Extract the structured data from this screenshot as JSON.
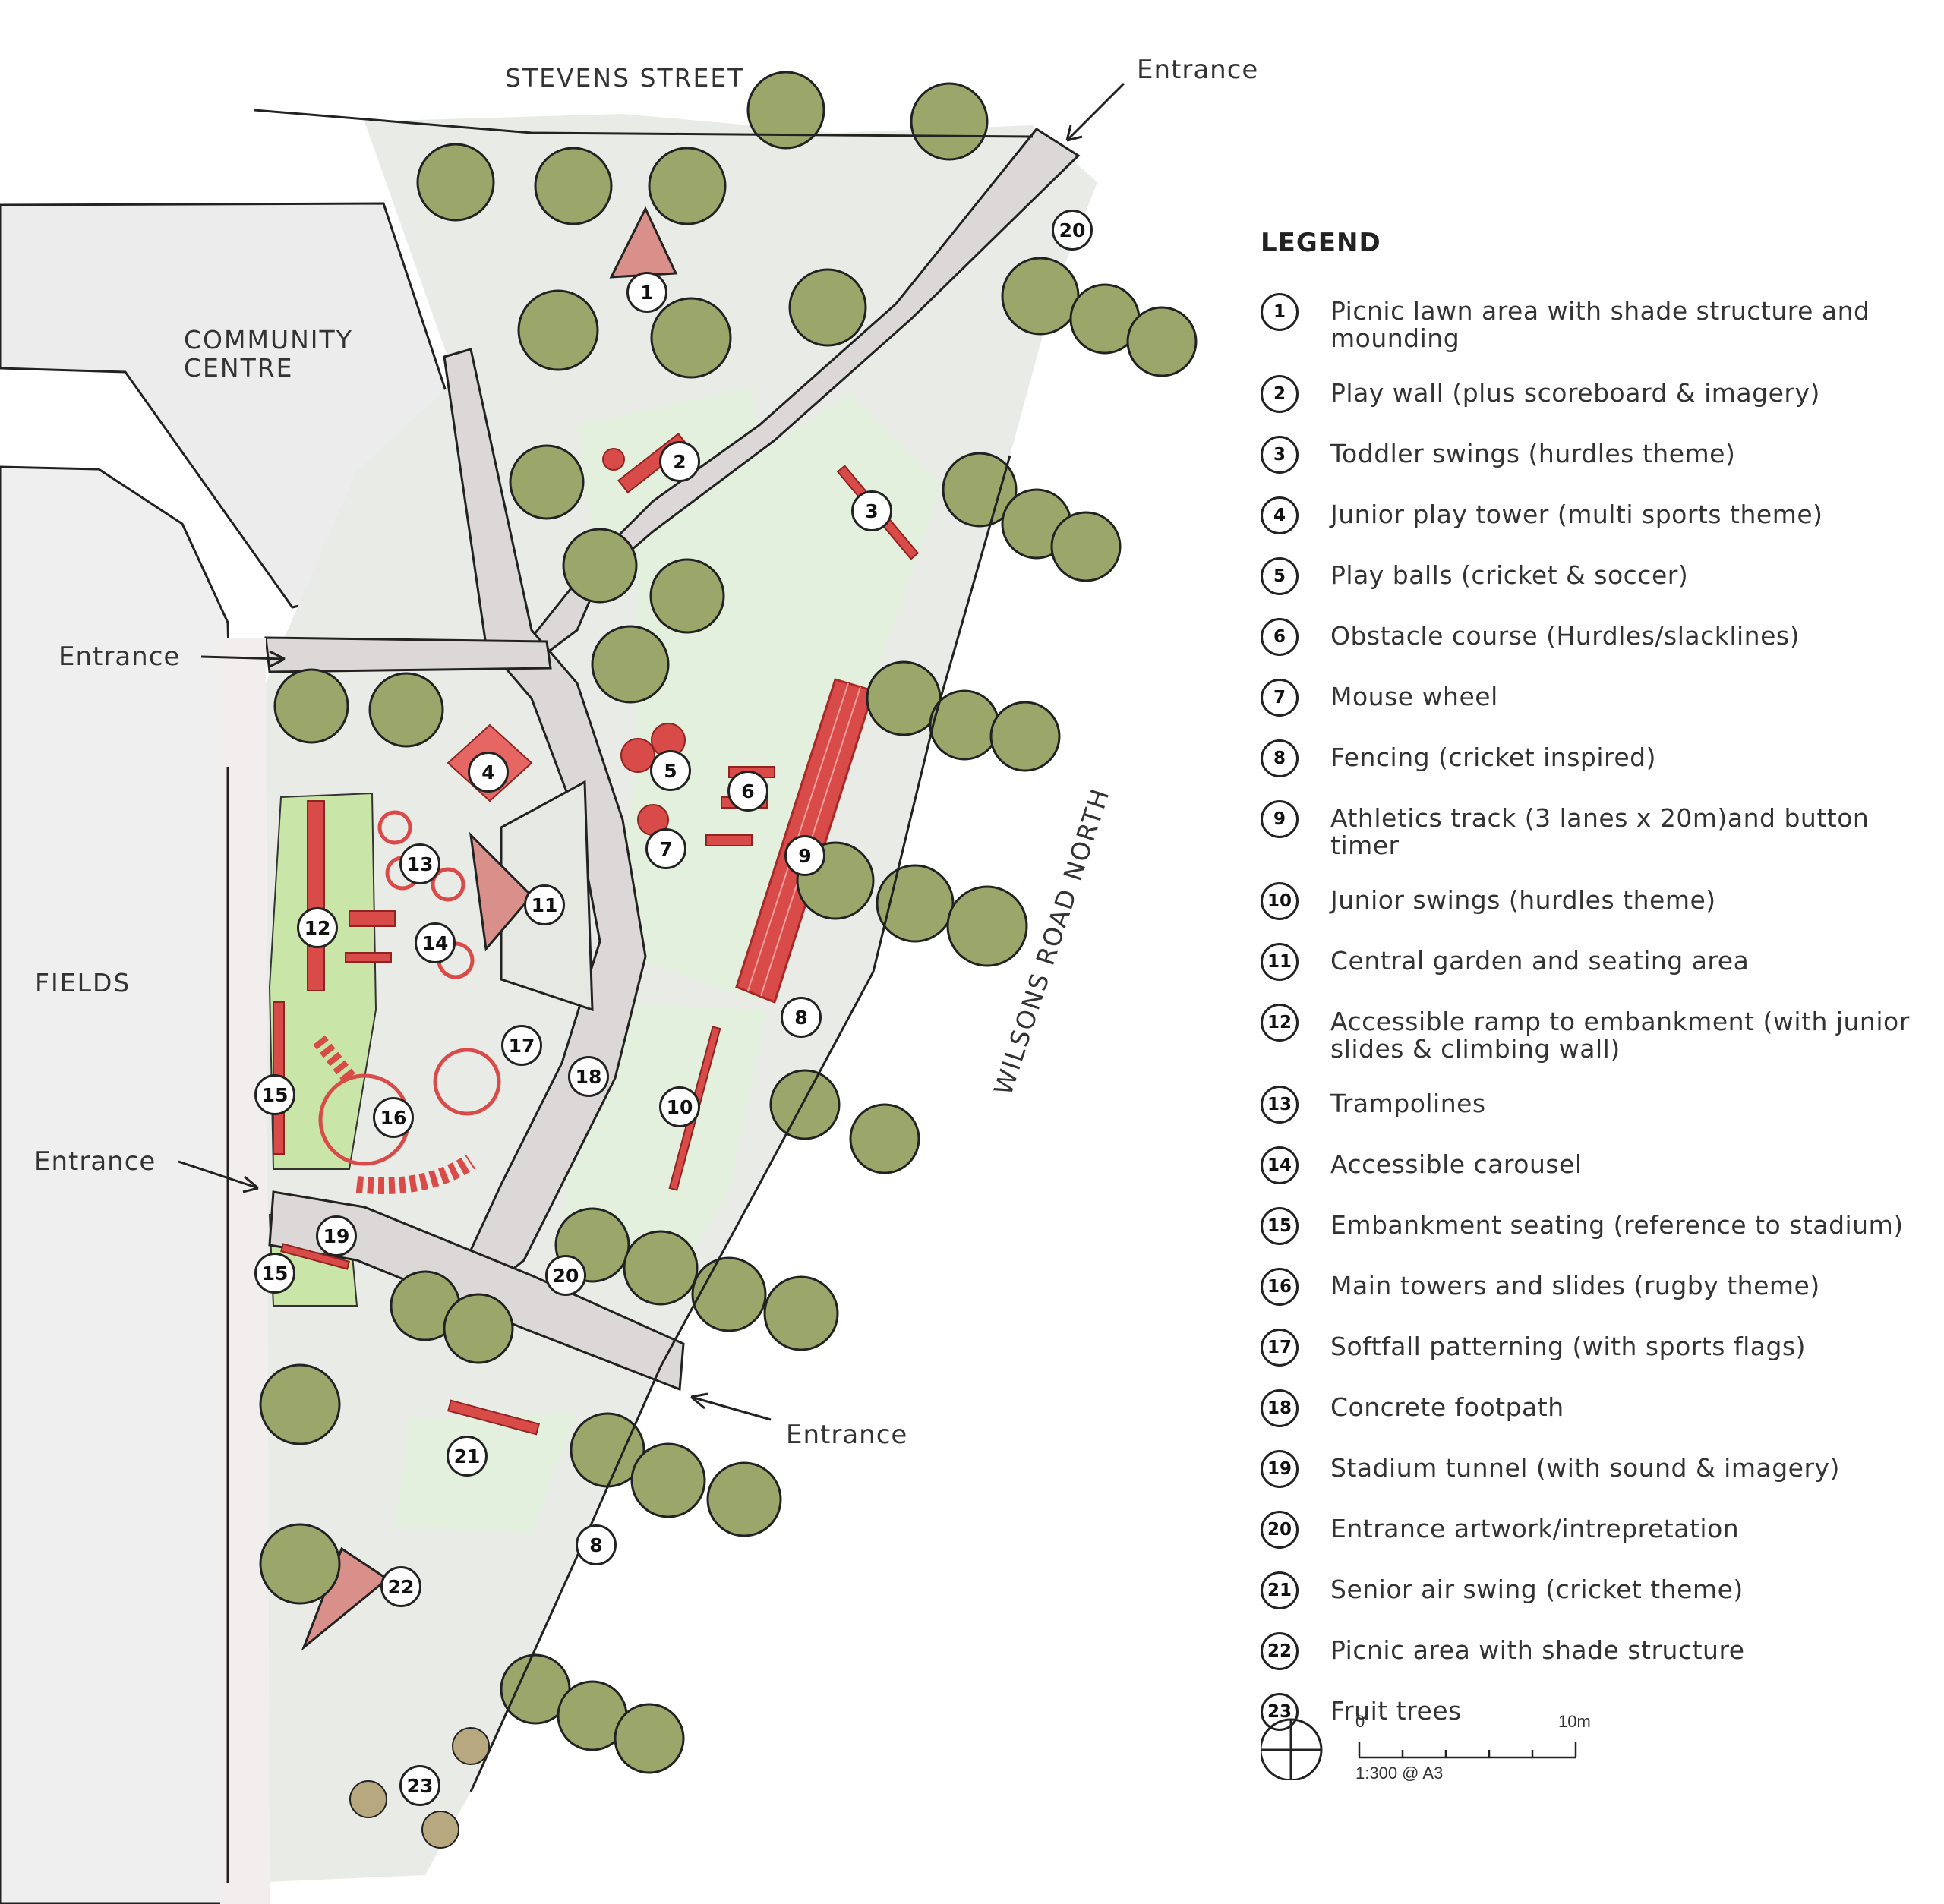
{
  "map": {
    "streets": {
      "stevens": "STEVENS STREET",
      "wilsons": "WILSONS ROAD NORTH"
    },
    "areas": {
      "community_line1": "COMMUNITY",
      "community_line2": "CENTRE",
      "fields": "FIELDS"
    },
    "entrances": {
      "top_right": "Entrance",
      "left_upper": "Entrance",
      "left_lower": "Entrance",
      "bottom_right": "Entrance"
    },
    "markers": {
      "m1": "1",
      "m2": "2",
      "m3": "3",
      "m4": "4",
      "m5": "5",
      "m6": "6",
      "m7": "7",
      "m8a": "8",
      "m8b": "8",
      "m9": "9",
      "m10": "10",
      "m11": "11",
      "m12": "12",
      "m13": "13",
      "m14": "14",
      "m15a": "15",
      "m15b": "15",
      "m16": "16",
      "m17": "17",
      "m18": "18",
      "m19": "19",
      "m20a": "20",
      "m20b": "20",
      "m21": "21",
      "m22": "22",
      "m23": "23"
    },
    "colors": {
      "ground": "#e9ece6",
      "lawn": "#e3f0dd",
      "path": "#ddd8d8",
      "tree": "#9aa66a",
      "play": "#d94b48",
      "shade": "#d9908a",
      "embankment": "#c9e6a8"
    }
  },
  "legend": {
    "title": "LEGEND",
    "items": [
      {
        "num": "1",
        "text": "Picnic lawn area with shade structure and mounding"
      },
      {
        "num": "2",
        "text": "Play wall (plus scoreboard & imagery)"
      },
      {
        "num": "3",
        "text": "Toddler swings (hurdles theme)"
      },
      {
        "num": "4",
        "text": "Junior play tower (multi sports theme)"
      },
      {
        "num": "5",
        "text": "Play balls (cricket & soccer)"
      },
      {
        "num": "6",
        "text": "Obstacle course (Hurdles/slacklines)"
      },
      {
        "num": "7",
        "text": "Mouse wheel"
      },
      {
        "num": "8",
        "text": "Fencing (cricket inspired)"
      },
      {
        "num": "9",
        "text": "Athletics track (3 lanes x 20m)and button timer"
      },
      {
        "num": "10",
        "text": "Junior swings (hurdles theme)"
      },
      {
        "num": "11",
        "text": "Central garden and seating area"
      },
      {
        "num": "12",
        "text": "Accessible ramp to embankment (with junior slides & climbing wall)"
      },
      {
        "num": "13",
        "text": "Trampolines"
      },
      {
        "num": "14",
        "text": "Accessible carousel"
      },
      {
        "num": "15",
        "text": "Embankment seating (reference to stadium)"
      },
      {
        "num": "16",
        "text": "Main towers and slides (rugby theme)"
      },
      {
        "num": "17",
        "text": "Softfall patterning (with sports flags)"
      },
      {
        "num": "18",
        "text": "Concrete footpath"
      },
      {
        "num": "19",
        "text": "Stadium tunnel (with sound & imagery)"
      },
      {
        "num": "20",
        "text": "Entrance artwork/intrepretation"
      },
      {
        "num": "21",
        "text": "Senior air swing (cricket theme)"
      },
      {
        "num": "22",
        "text": "Picnic area with shade structure"
      },
      {
        "num": "23",
        "text": "Fruit trees"
      }
    ]
  },
  "scale": {
    "start": "0",
    "end": "10m",
    "ratio": "1:300 @ A3"
  }
}
